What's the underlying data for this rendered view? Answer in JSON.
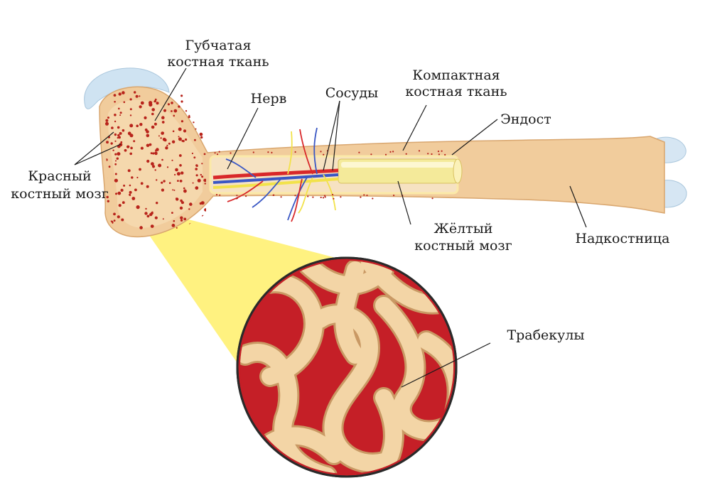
{
  "labels": {
    "spongy_line1": "Губчатая",
    "spongy_line2": "костная ткань",
    "nerve": "Нерв",
    "vessels": "Сосуды",
    "compact_line1": "Компактная",
    "compact_line2": "костная ткань",
    "endosteum": "Эндост",
    "red_marrow_line1": "Красный",
    "red_marrow_line2": "костный мозг",
    "yellow_marrow_line1": "Жёлтый",
    "yellow_marrow_line2": "костный мозг",
    "periosteum": "Надкостница",
    "trabeculae": "Трабекулы"
  },
  "colors": {
    "bone": "#f1cc9c",
    "bone_edge": "#d9a66e",
    "cartilage": "#cfe3f2",
    "red_dots": "#b8241b",
    "marrow_cavity": "#f6e2c2",
    "yellow_marrow": "#f4ea9a",
    "artery": "#d8282a",
    "vein": "#3a57c4",
    "nerve": "#f2e24a",
    "magnifier_beam": "#fff06a",
    "trabecula": "#f3d5a6",
    "trabecula_edge": "#c99964",
    "marrow_red": "#c51f27"
  }
}
